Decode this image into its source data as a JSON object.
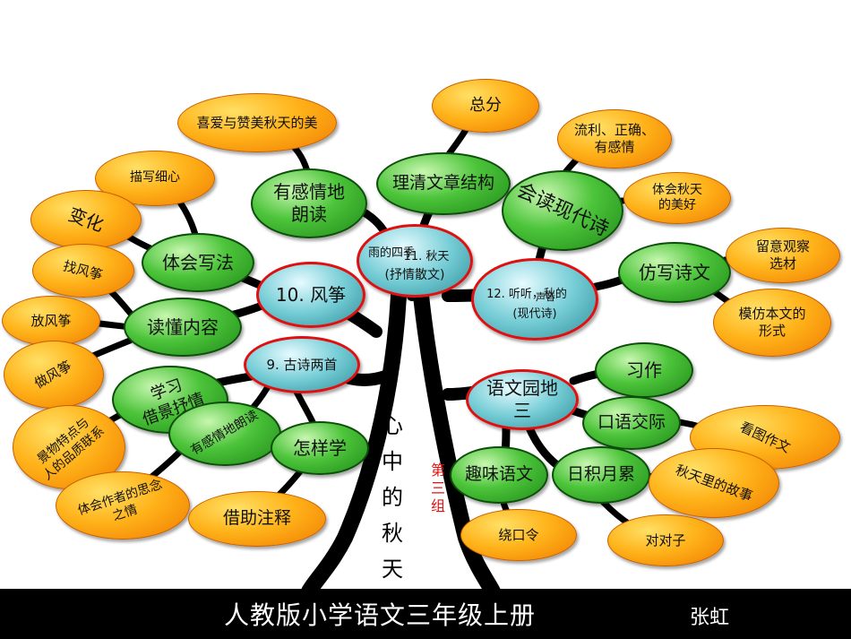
{
  "title": "心中的秋天",
  "group": "第三组",
  "footer": {
    "title": "人教版小学语文三年级上册",
    "author": "张虹"
  },
  "center_nodes": [
    {
      "id": "c11",
      "lines": [
        "雨的四季",
        "11. 秋天",
        "(抒情散文)"
      ]
    },
    {
      "id": "c10",
      "lines": [
        "10. 风筝"
      ]
    },
    {
      "id": "c9",
      "lines": [
        "9. 古诗两首"
      ]
    },
    {
      "id": "c12",
      "lines": [
        "12. 听听，秋的",
        "声音",
        "(现代诗)"
      ]
    },
    {
      "id": "cyw",
      "lines": [
        "语文园地",
        "三"
      ]
    }
  ],
  "green_nodes": [
    {
      "id": "g_ldgq",
      "lines": [
        "有感情地",
        "朗读"
      ]
    },
    {
      "id": "g_lqjg",
      "lines": [
        "理清文章结构"
      ]
    },
    {
      "id": "g_hdxd",
      "lines": [
        "会读现代诗"
      ]
    },
    {
      "id": "g_thxf",
      "lines": [
        "体会写法"
      ]
    },
    {
      "id": "g_dnnr",
      "lines": [
        "读懂内容"
      ]
    },
    {
      "id": "g_fxsw",
      "lines": [
        "仿写诗文"
      ]
    },
    {
      "id": "g_xxjj",
      "lines": [
        "学习",
        "借景抒情"
      ]
    },
    {
      "id": "g_ygqd",
      "lines": [
        "有感情地朗读"
      ]
    },
    {
      "id": "g_zyx",
      "lines": [
        "怎样学"
      ]
    },
    {
      "id": "g_xz",
      "lines": [
        "习作"
      ]
    },
    {
      "id": "g_kyjj",
      "lines": [
        "口语交际"
      ]
    },
    {
      "id": "g_qwyw",
      "lines": [
        "趣味语文"
      ]
    },
    {
      "id": "g_rjyl",
      "lines": [
        "日积月累"
      ]
    }
  ],
  "orange_nodes": [
    {
      "id": "o_zf",
      "lines": [
        "总分"
      ]
    },
    {
      "id": "o_xa",
      "lines": [
        "喜爱与赞美秋天的美"
      ]
    },
    {
      "id": "o_ll",
      "lines": [
        "流利、正确、",
        "有感情"
      ]
    },
    {
      "id": "o_mx",
      "lines": [
        "描写细心"
      ]
    },
    {
      "id": "o_thqt",
      "lines": [
        "体会秋天",
        "的美好"
      ]
    },
    {
      "id": "o_bh",
      "lines": [
        "变化"
      ]
    },
    {
      "id": "o_lygc",
      "lines": [
        "留意观察",
        "选材"
      ]
    },
    {
      "id": "o_zfz",
      "lines": [
        "找风筝"
      ]
    },
    {
      "id": "o_ffz",
      "lines": [
        "放风筝"
      ]
    },
    {
      "id": "o_mfbw",
      "lines": [
        "模仿本文的",
        "形式"
      ]
    },
    {
      "id": "o_zuofz",
      "lines": [
        "做风筝"
      ]
    },
    {
      "id": "o_jwtd",
      "lines": [
        "景物特点与",
        "人的品质联系"
      ]
    },
    {
      "id": "o_ktzw",
      "lines": [
        "看图作文"
      ]
    },
    {
      "id": "o_thzz",
      "lines": [
        "体会作者的思念",
        "之情"
      ]
    },
    {
      "id": "o_qtgs",
      "lines": [
        "秋天里的故事"
      ]
    },
    {
      "id": "o_jzzs",
      "lines": [
        "借助注释"
      ]
    },
    {
      "id": "o_rkl",
      "lines": [
        "绕口令"
      ]
    },
    {
      "id": "o_ddz",
      "lines": [
        "对对子"
      ]
    }
  ]
}
